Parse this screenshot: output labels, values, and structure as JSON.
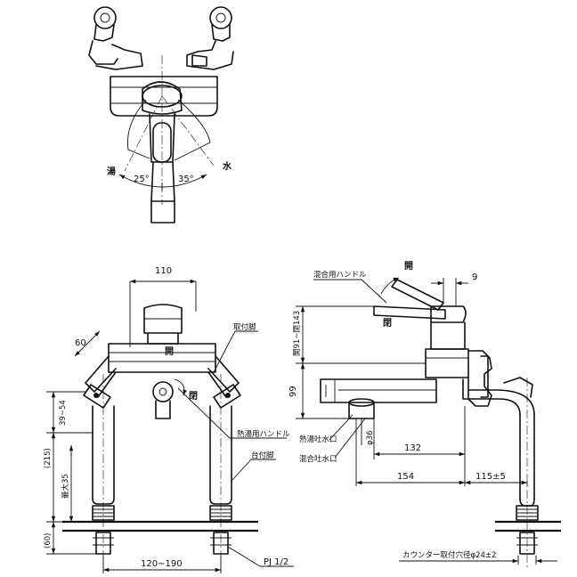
{
  "top_view": {
    "label_hot": "湯",
    "label_cold": "水",
    "angle_hot": "25°",
    "angle_cold": "35°"
  },
  "front_view": {
    "dim_width": "110",
    "dim_60": "60",
    "dim_39_54": "39~54",
    "dim_215": "(215)",
    "dim_max35": "最大35",
    "dim_60b": "(60)",
    "dim_pitch": "120~190",
    "label_open": "開",
    "label_close": "閉",
    "label_mount_leg": "取付脚",
    "label_hot_handle": "熱湯用ハンドル",
    "label_mount_nut": "台付脚",
    "label_pj": "PJ 1/2"
  },
  "side_view": {
    "label_mix_handle": "混合用ハンドル",
    "label_open": "開",
    "label_close": "閉",
    "dim_9": "9",
    "dim_height": "開91~閉143",
    "dim_99": "99",
    "dim_dia36": "φ36",
    "dim_132": "132",
    "dim_154": "154",
    "dim_115": "115±5",
    "label_hot_outlet": "熱湯吐水口",
    "label_mix_outlet": "混合吐水口",
    "label_counter_hole": "カウンター取付穴径φ24±2"
  }
}
